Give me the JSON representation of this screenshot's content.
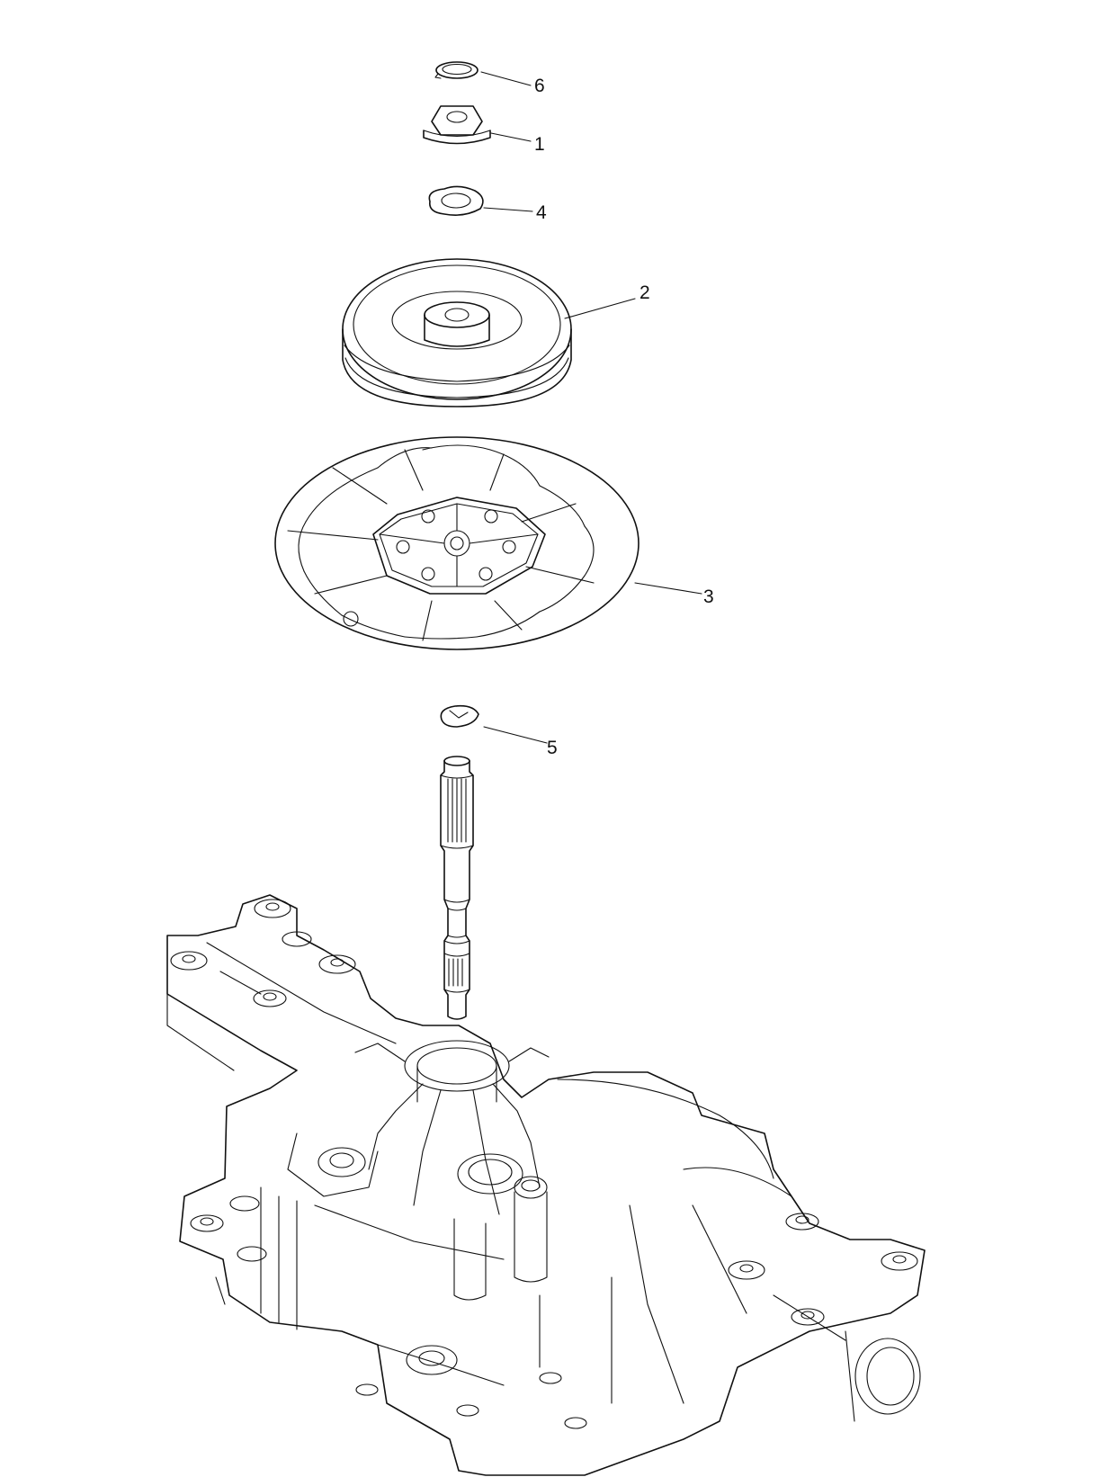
{
  "callouts": [
    {
      "id": "c6",
      "label": "6",
      "part": "retaining-ring"
    },
    {
      "id": "c1",
      "label": "1",
      "part": "hex-nut"
    },
    {
      "id": "c4",
      "label": "4",
      "part": "wave-washer"
    },
    {
      "id": "c2",
      "label": "2",
      "part": "pulley"
    },
    {
      "id": "c3",
      "label": "3",
      "part": "cooling-fan"
    },
    {
      "id": "c5",
      "label": "5",
      "part": "e-clip"
    }
  ],
  "colors": {
    "line": "#111111",
    "background": "#ffffff"
  }
}
